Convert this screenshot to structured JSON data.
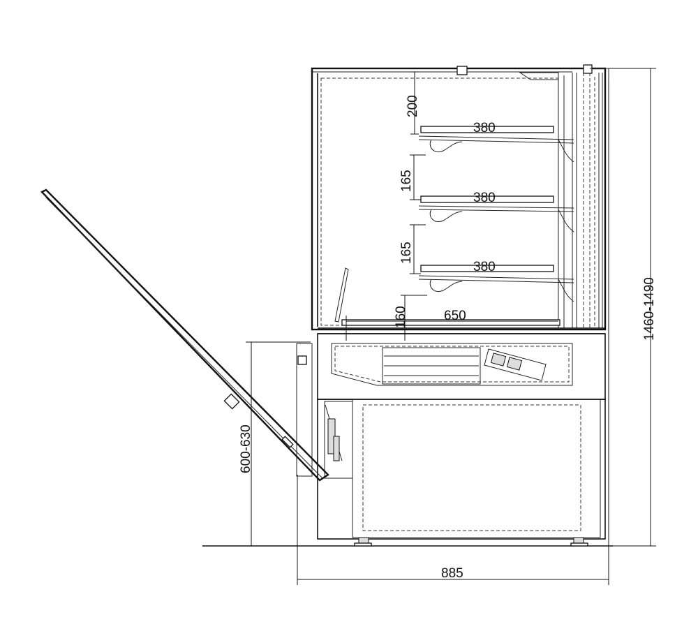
{
  "drawing": {
    "shelf_depth_top": "380",
    "shelf_depth_middle": "380",
    "shelf_depth_bottom": "380",
    "top_clearance": "200",
    "shelf_spacing_upper": "165",
    "shelf_spacing_lower": "165",
    "base_clearance": "160",
    "base_depth": "650",
    "total_height": "1460-1490",
    "counter_height": "600-630",
    "total_depth": "885"
  }
}
